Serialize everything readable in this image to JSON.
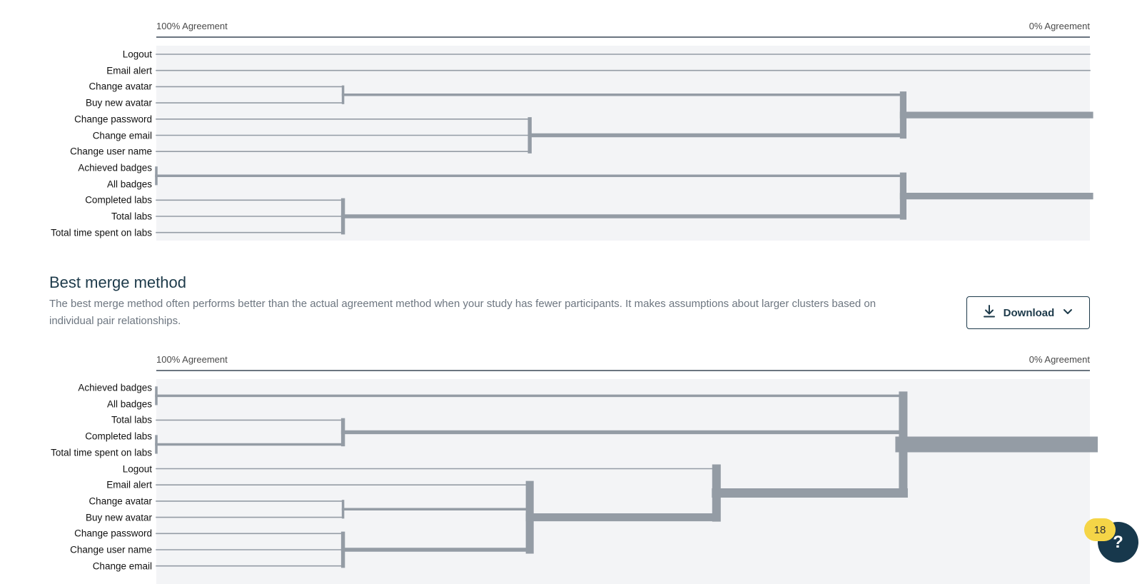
{
  "chart_data": [
    {
      "type": "dendrogram",
      "axis_left_label": "100% Agreement",
      "axis_right_label": "0% Agreement",
      "leaves": [
        "Logout",
        "Email alert",
        "Change avatar",
        "Buy new avatar",
        "Change password",
        "Change email",
        "Change user name",
        "Achieved badges",
        "All badges",
        "Completed labs",
        "Total labs",
        "Total time spent on labs"
      ],
      "merges": [
        {
          "id": "A",
          "children": [
            "Achieved badges",
            "All badges"
          ],
          "agreement_pct": 100
        },
        {
          "id": "B",
          "children": [
            "Change avatar",
            "Buy new avatar"
          ],
          "agreement_pct": 80
        },
        {
          "id": "C",
          "children": [
            "Completed labs",
            "Total labs",
            "Total time spent on labs"
          ],
          "agreement_pct": 80
        },
        {
          "id": "D",
          "children": [
            "Change password",
            "Change email",
            "Change user name"
          ],
          "agreement_pct": 60
        },
        {
          "id": "E",
          "children": [
            "B",
            "D"
          ],
          "agreement_pct": 20
        },
        {
          "id": "F",
          "children": [
            "A",
            "C"
          ],
          "agreement_pct": 20
        }
      ]
    },
    {
      "type": "dendrogram",
      "axis_left_label": "100% Agreement",
      "axis_right_label": "0% Agreement",
      "leaves": [
        "Achieved badges",
        "All badges",
        "Total labs",
        "Completed labs",
        "Total time spent on labs",
        "Logout",
        "Email alert",
        "Change avatar",
        "Buy new avatar",
        "Change password",
        "Change user name",
        "Change email"
      ],
      "merges": [
        {
          "id": "A",
          "children": [
            "Achieved badges",
            "All badges"
          ],
          "agreement_pct": 100
        },
        {
          "id": "B",
          "children": [
            "Completed labs",
            "Total time spent on labs"
          ],
          "agreement_pct": 100
        },
        {
          "id": "C",
          "children": [
            "Total labs",
            "B"
          ],
          "agreement_pct": 80
        },
        {
          "id": "D",
          "children": [
            "Change avatar",
            "Buy new avatar"
          ],
          "agreement_pct": 80
        },
        {
          "id": "E",
          "children": [
            "Change password",
            "Change user name",
            "Change email"
          ],
          "agreement_pct": 80
        },
        {
          "id": "F",
          "children": [
            "Email alert",
            "D",
            "E"
          ],
          "agreement_pct": 60
        },
        {
          "id": "G",
          "children": [
            "Logout",
            "F"
          ],
          "agreement_pct": 40
        },
        {
          "id": "H",
          "children": [
            "A",
            "C",
            "G"
          ],
          "agreement_pct": 20
        }
      ]
    }
  ],
  "section": {
    "title": "Best merge method",
    "description": "The best merge method often performs better than the actual agreement method when your study has fewer participants. It makes assumptions about larger clusters based on individual pair relationships.",
    "download_label": "Download",
    "download_icon": "download-icon",
    "chevron_icon": "chevron-down-icon"
  },
  "help": {
    "icon_label": "?",
    "badge_count": "18"
  },
  "colors": {
    "line": "#949ca5",
    "plot_bg": "#f3f4f6",
    "title": "#1d3a4a",
    "help_bg": "#17384c",
    "badge": "#f5d547"
  }
}
